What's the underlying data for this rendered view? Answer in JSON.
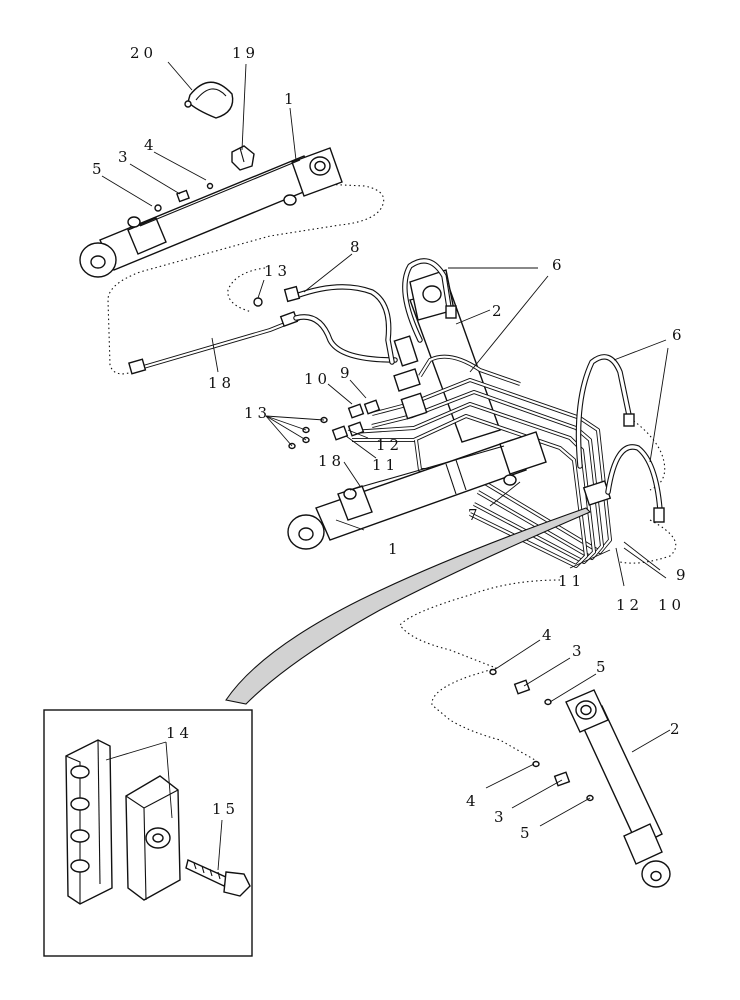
{
  "callouts": {
    "c20": "20",
    "c19": "19",
    "c1_top": "1",
    "c4_top": "4",
    "c3_top": "3",
    "c5_top": "5",
    "c8": "8",
    "c13_top": "13",
    "c6_a": "6",
    "c2_mid": "2",
    "c6_b": "6",
    "c18_left": "18",
    "c10_mid": "10",
    "c9_mid": "9",
    "c13_mid": "13",
    "c12_mid": "12",
    "c18_mid": "18",
    "c11_mid": "11",
    "c7": "7",
    "c1_mid": "1",
    "c11_low": "11",
    "c12_low": "12",
    "c10_low": "10",
    "c9_low": "9",
    "c4_r1": "4",
    "c3_r1": "3",
    "c5_r1": "5",
    "c2_low": "2",
    "c4_r2": "4",
    "c3_r2": "3",
    "c5_r2": "5",
    "c14": "14",
    "c15": "15"
  }
}
